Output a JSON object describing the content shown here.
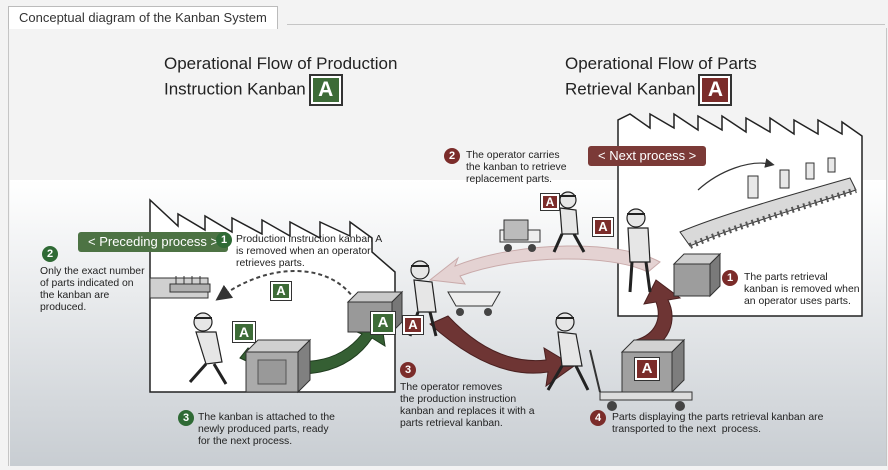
{
  "tab_title": "Conceptual diagram of the Kanban System",
  "headers": {
    "left": {
      "line1": "Operational Flow of Production",
      "line2": "Instruction Kanban",
      "badge": "A"
    },
    "right": {
      "line1": "Operational Flow of Parts",
      "line2": "Retrieval Kanban",
      "badge": "A"
    }
  },
  "labels": {
    "preceding": "< Preceding process >",
    "next": "< Next process >"
  },
  "steps": {
    "left_1": {
      "num": "1",
      "text": "Production instruction kanban A\nis removed when an operator\nretrieves parts."
    },
    "left_2": {
      "num": "2",
      "text": "Only the exact number\nof parts indicated on\nthe kanban are\nproduced."
    },
    "left_3": {
      "num": "3",
      "text": "The kanban is attached to the\nnewly produced parts, ready\nfor the next process."
    },
    "right_1": {
      "num": "1",
      "text": "The parts retrieval\nkanban is removed when\nan operator uses parts."
    },
    "right_2": {
      "num": "2",
      "text": "The operator carries\nthe kanban to retrieve\nreplacement parts."
    },
    "right_3": {
      "num": "3",
      "text": "The operator removes\nthe production instruction\nkanban and replaces it with a\nparts retrieval kanban."
    },
    "right_4": {
      "num": "4",
      "text": "Parts displaying the parts retrieval kanban are\ntransported to the next  process."
    }
  },
  "card_letter": "A",
  "colors": {
    "green": "#3d6b37",
    "red": "#7b2c2a",
    "accent_red": "#7b3a37"
  }
}
